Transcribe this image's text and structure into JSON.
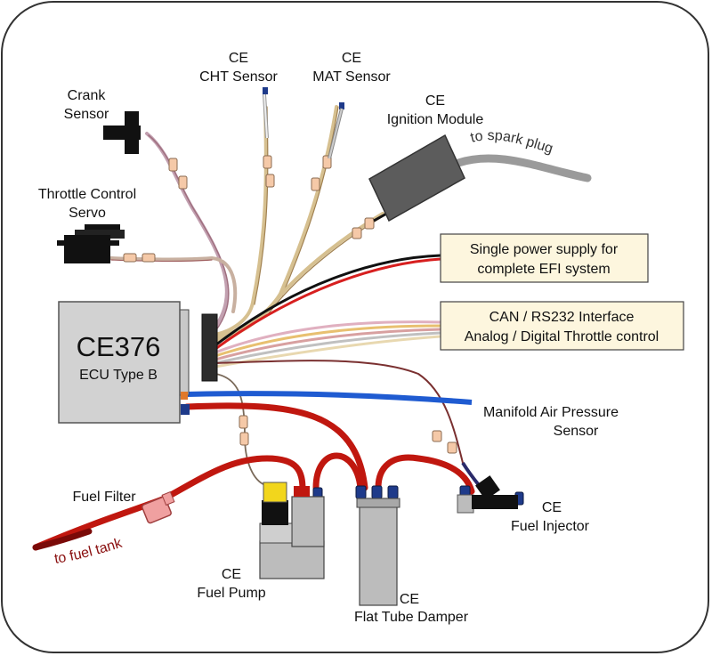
{
  "labels": {
    "crank_sensor": [
      "Crank",
      "Sensor"
    ],
    "cht_sensor": [
      "CE",
      "CHT Sensor"
    ],
    "mat_sensor": [
      "CE",
      "MAT Sensor"
    ],
    "ignition_module": [
      "CE",
      "Ignition Module"
    ],
    "throttle_servo": [
      "Throttle Control",
      "Servo"
    ],
    "to_spark_plug": "to spark plug",
    "power_box": [
      "Single power supply for",
      "complete EFI system"
    ],
    "interface_box": [
      "CAN / RS232 Interface",
      "Analog / Digital Throttle control"
    ],
    "ecu_model": "CE376",
    "ecu_type": "ECU Type B",
    "map_sensor": [
      "Manifold Air Pressure",
      "Sensor"
    ],
    "fuel_filter": "Fuel Filter",
    "fuel_injector": [
      "CE",
      "Fuel Injector"
    ],
    "to_fuel_tank": "to fuel tank",
    "fuel_pump": [
      "CE",
      "Fuel Pump"
    ],
    "flat_tube_damper": [
      "CE",
      "Flat Tube Damper"
    ]
  },
  "colors": {
    "fuel_line": "#c0170f",
    "air_line": "#1f5bd1",
    "power_wire": "#d71f1f",
    "ground_wire": "#111111",
    "box_fill": "#fdf6de",
    "module_fill": "#5c5c5c",
    "ecu_fill": "#d2d2d2",
    "connector": "#f5c9a8"
  }
}
